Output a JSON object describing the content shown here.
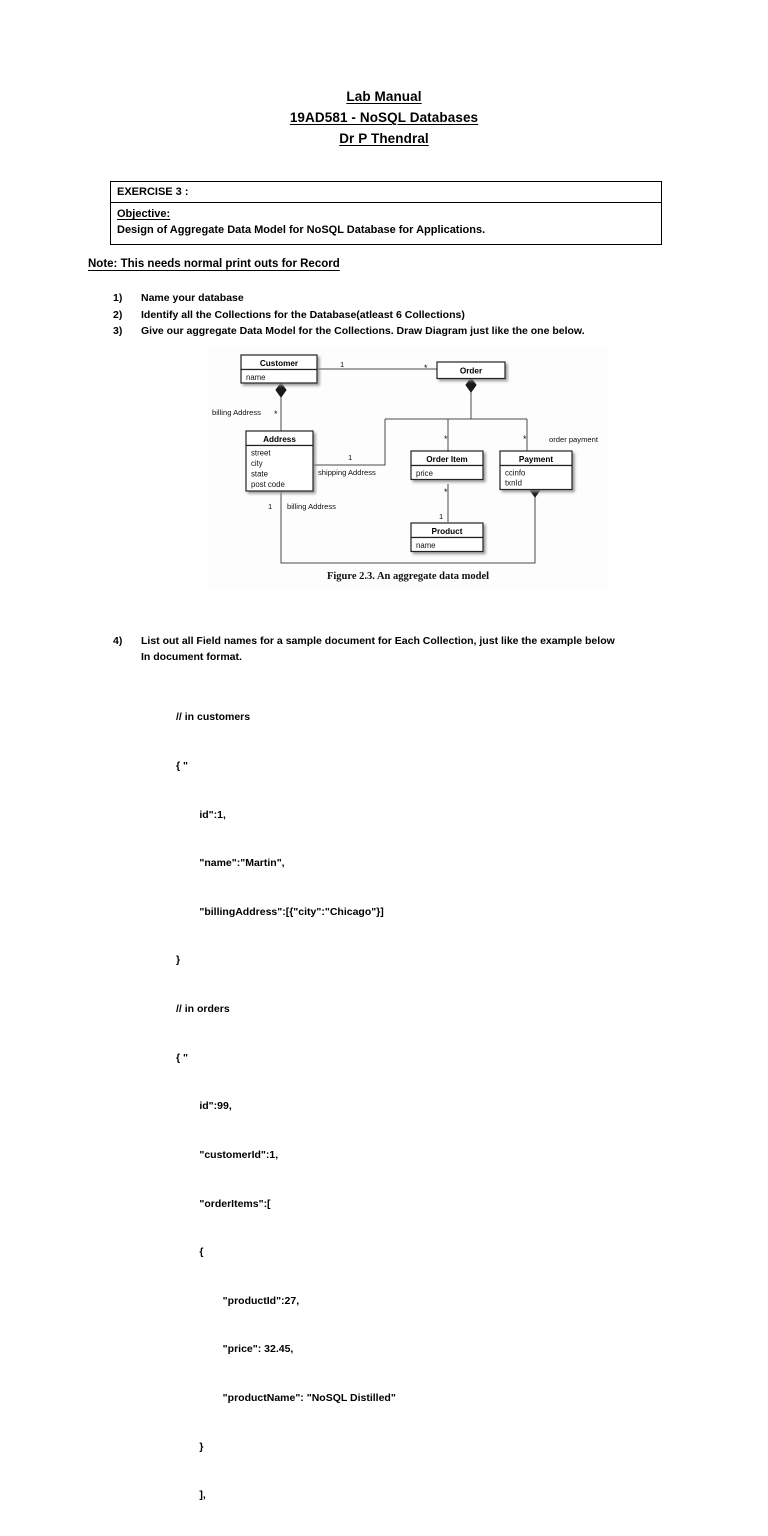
{
  "header": {
    "line1": "Lab Manual",
    "line2": "19AD581 - NoSQL Databases",
    "line3": "Dr P Thendral"
  },
  "exercise_box": {
    "title": "EXERCISE 3 :",
    "objective_label": "Objective:",
    "objective_text": "Design of Aggregate Data Model for NoSQL Database for Applications."
  },
  "note": "Note: This needs normal print outs for Record",
  "tasks": [
    {
      "num": "1)",
      "text": "Name your database"
    },
    {
      "num": "2)",
      "text": "Identify all the Collections for the Database(atleast 6 Collections)"
    },
    {
      "num": "3)",
      "text": "Give our aggregate Data Model for the Collections. Draw Diagram just like the one below."
    }
  ],
  "task4": {
    "num": "4)",
    "line1": "List out all Field names for a sample document for Each Collection, just like the example below",
    "line2": "In document format."
  },
  "figure": {
    "caption": "Figure 2.3. An aggregate data model",
    "classes": [
      {
        "id": "customer",
        "name": "Customer",
        "attributes": [
          "name"
        ]
      },
      {
        "id": "order",
        "name": "Order",
        "attributes": []
      },
      {
        "id": "address",
        "name": "Address",
        "attributes": [
          "street",
          "city",
          "state",
          "post code"
        ]
      },
      {
        "id": "orderitem",
        "name": "Order Item",
        "attributes": [
          "price"
        ]
      },
      {
        "id": "payment",
        "name": "Payment",
        "attributes": [
          "ccinfo",
          "txnId"
        ]
      },
      {
        "id": "product",
        "name": "Product",
        "attributes": [
          "name"
        ]
      }
    ],
    "edge_labels": [
      {
        "id": "customer-order-one",
        "text": "1"
      },
      {
        "id": "customer-order-many",
        "text": "*"
      },
      {
        "id": "billing-address-label-1",
        "text": "billing Address"
      },
      {
        "id": "billing-address-many",
        "text": "*"
      },
      {
        "id": "shipping-address-one",
        "text": "1"
      },
      {
        "id": "shipping-address-label",
        "text": "shipping Address"
      },
      {
        "id": "billing-address-one",
        "text": "1"
      },
      {
        "id": "billing-address-label-2",
        "text": "billing Address"
      },
      {
        "id": "orderitem-many",
        "text": "*"
      },
      {
        "id": "payment-many",
        "text": "*"
      },
      {
        "id": "order-payment-label",
        "text": "order payment"
      },
      {
        "id": "product-many",
        "text": "*"
      },
      {
        "id": "product-one",
        "text": "1"
      }
    ]
  },
  "code": {
    "lines": [
      "// in customers",
      "{ \"",
      "        id\":1,",
      "        \"name\":\"Martin\",",
      "        \"billingAddress\":[{\"city\":\"Chicago\"}]",
      "}",
      "// in orders",
      "{ \"",
      "        id\":99,",
      "        \"customerId\":1,",
      "        \"orderItems\":[",
      "        {",
      "                \"productId\":27,",
      "                \"price\": 32.45,",
      "                \"productName\": \"NoSQL Distilled\"",
      "        }",
      "        ],"
    ]
  },
  "colors": {
    "text": "#000000",
    "page_background": "#ffffff",
    "box_border": "#000000",
    "diagram_line": "#4a4a4a",
    "diagram_box_border": "#222222"
  }
}
